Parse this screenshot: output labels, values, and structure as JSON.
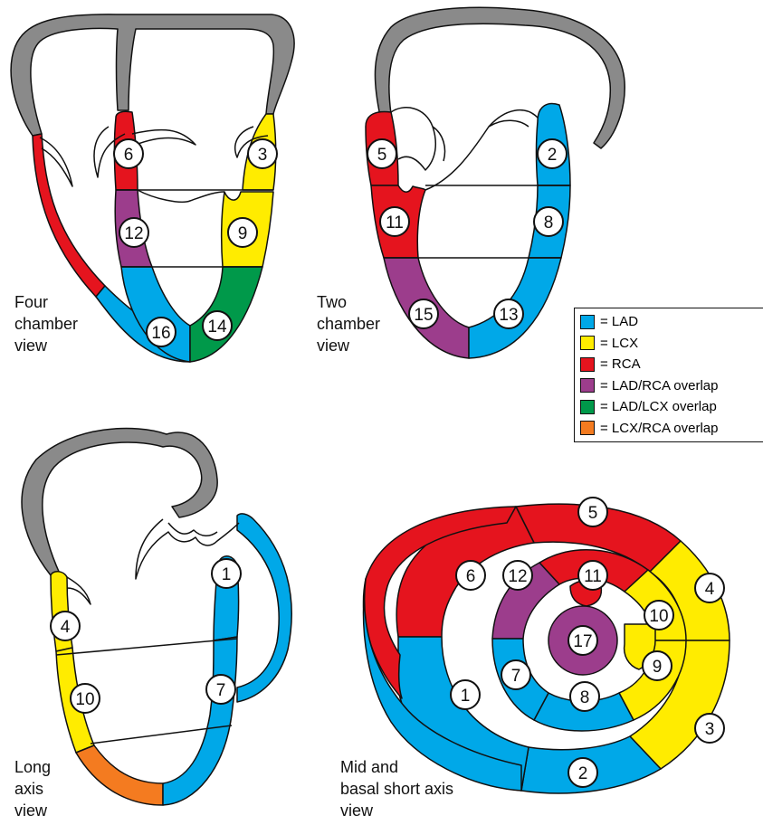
{
  "colors": {
    "LAD": "#00a8e8",
    "LCX": "#ffec00",
    "RCA": "#e5141e",
    "LAD/RCA overlap": "#9c3d8c",
    "LAD/LCX overlap": "#00994a",
    "LCX/RCA overlap": "#f47b20",
    "wall": "#8a8a8a"
  },
  "views": {
    "four_chamber": {
      "label": "Four\nchamber\nview",
      "segments": [
        "6",
        "3",
        "12",
        "9",
        "16",
        "14"
      ]
    },
    "two_chamber": {
      "label": "Two\nchamber\nview",
      "segments": [
        "5",
        "2",
        "11",
        "8",
        "15",
        "13"
      ]
    },
    "long_axis": {
      "label": "Long\naxis\nview",
      "segments": [
        "4",
        "1",
        "10",
        "7"
      ]
    },
    "short_axis": {
      "label": "Mid and\nbasal short axis\nview",
      "segments": [
        "5",
        "6",
        "4",
        "12",
        "11",
        "10",
        "17",
        "1",
        "7",
        "9",
        "3",
        "8",
        "2"
      ]
    }
  },
  "legend": [
    {
      "color": "LAD",
      "text": "= LAD"
    },
    {
      "color": "LCX",
      "text": "= LCX"
    },
    {
      "color": "RCA",
      "text": "= RCA"
    },
    {
      "color": "LAD/RCA overlap",
      "text": "= LAD/RCA overlap"
    },
    {
      "color": "LAD/LCX overlap",
      "text": "= LAD/LCX overlap"
    },
    {
      "color": "LCX/RCA overlap",
      "text": "= LCX/RCA overlap"
    }
  ]
}
